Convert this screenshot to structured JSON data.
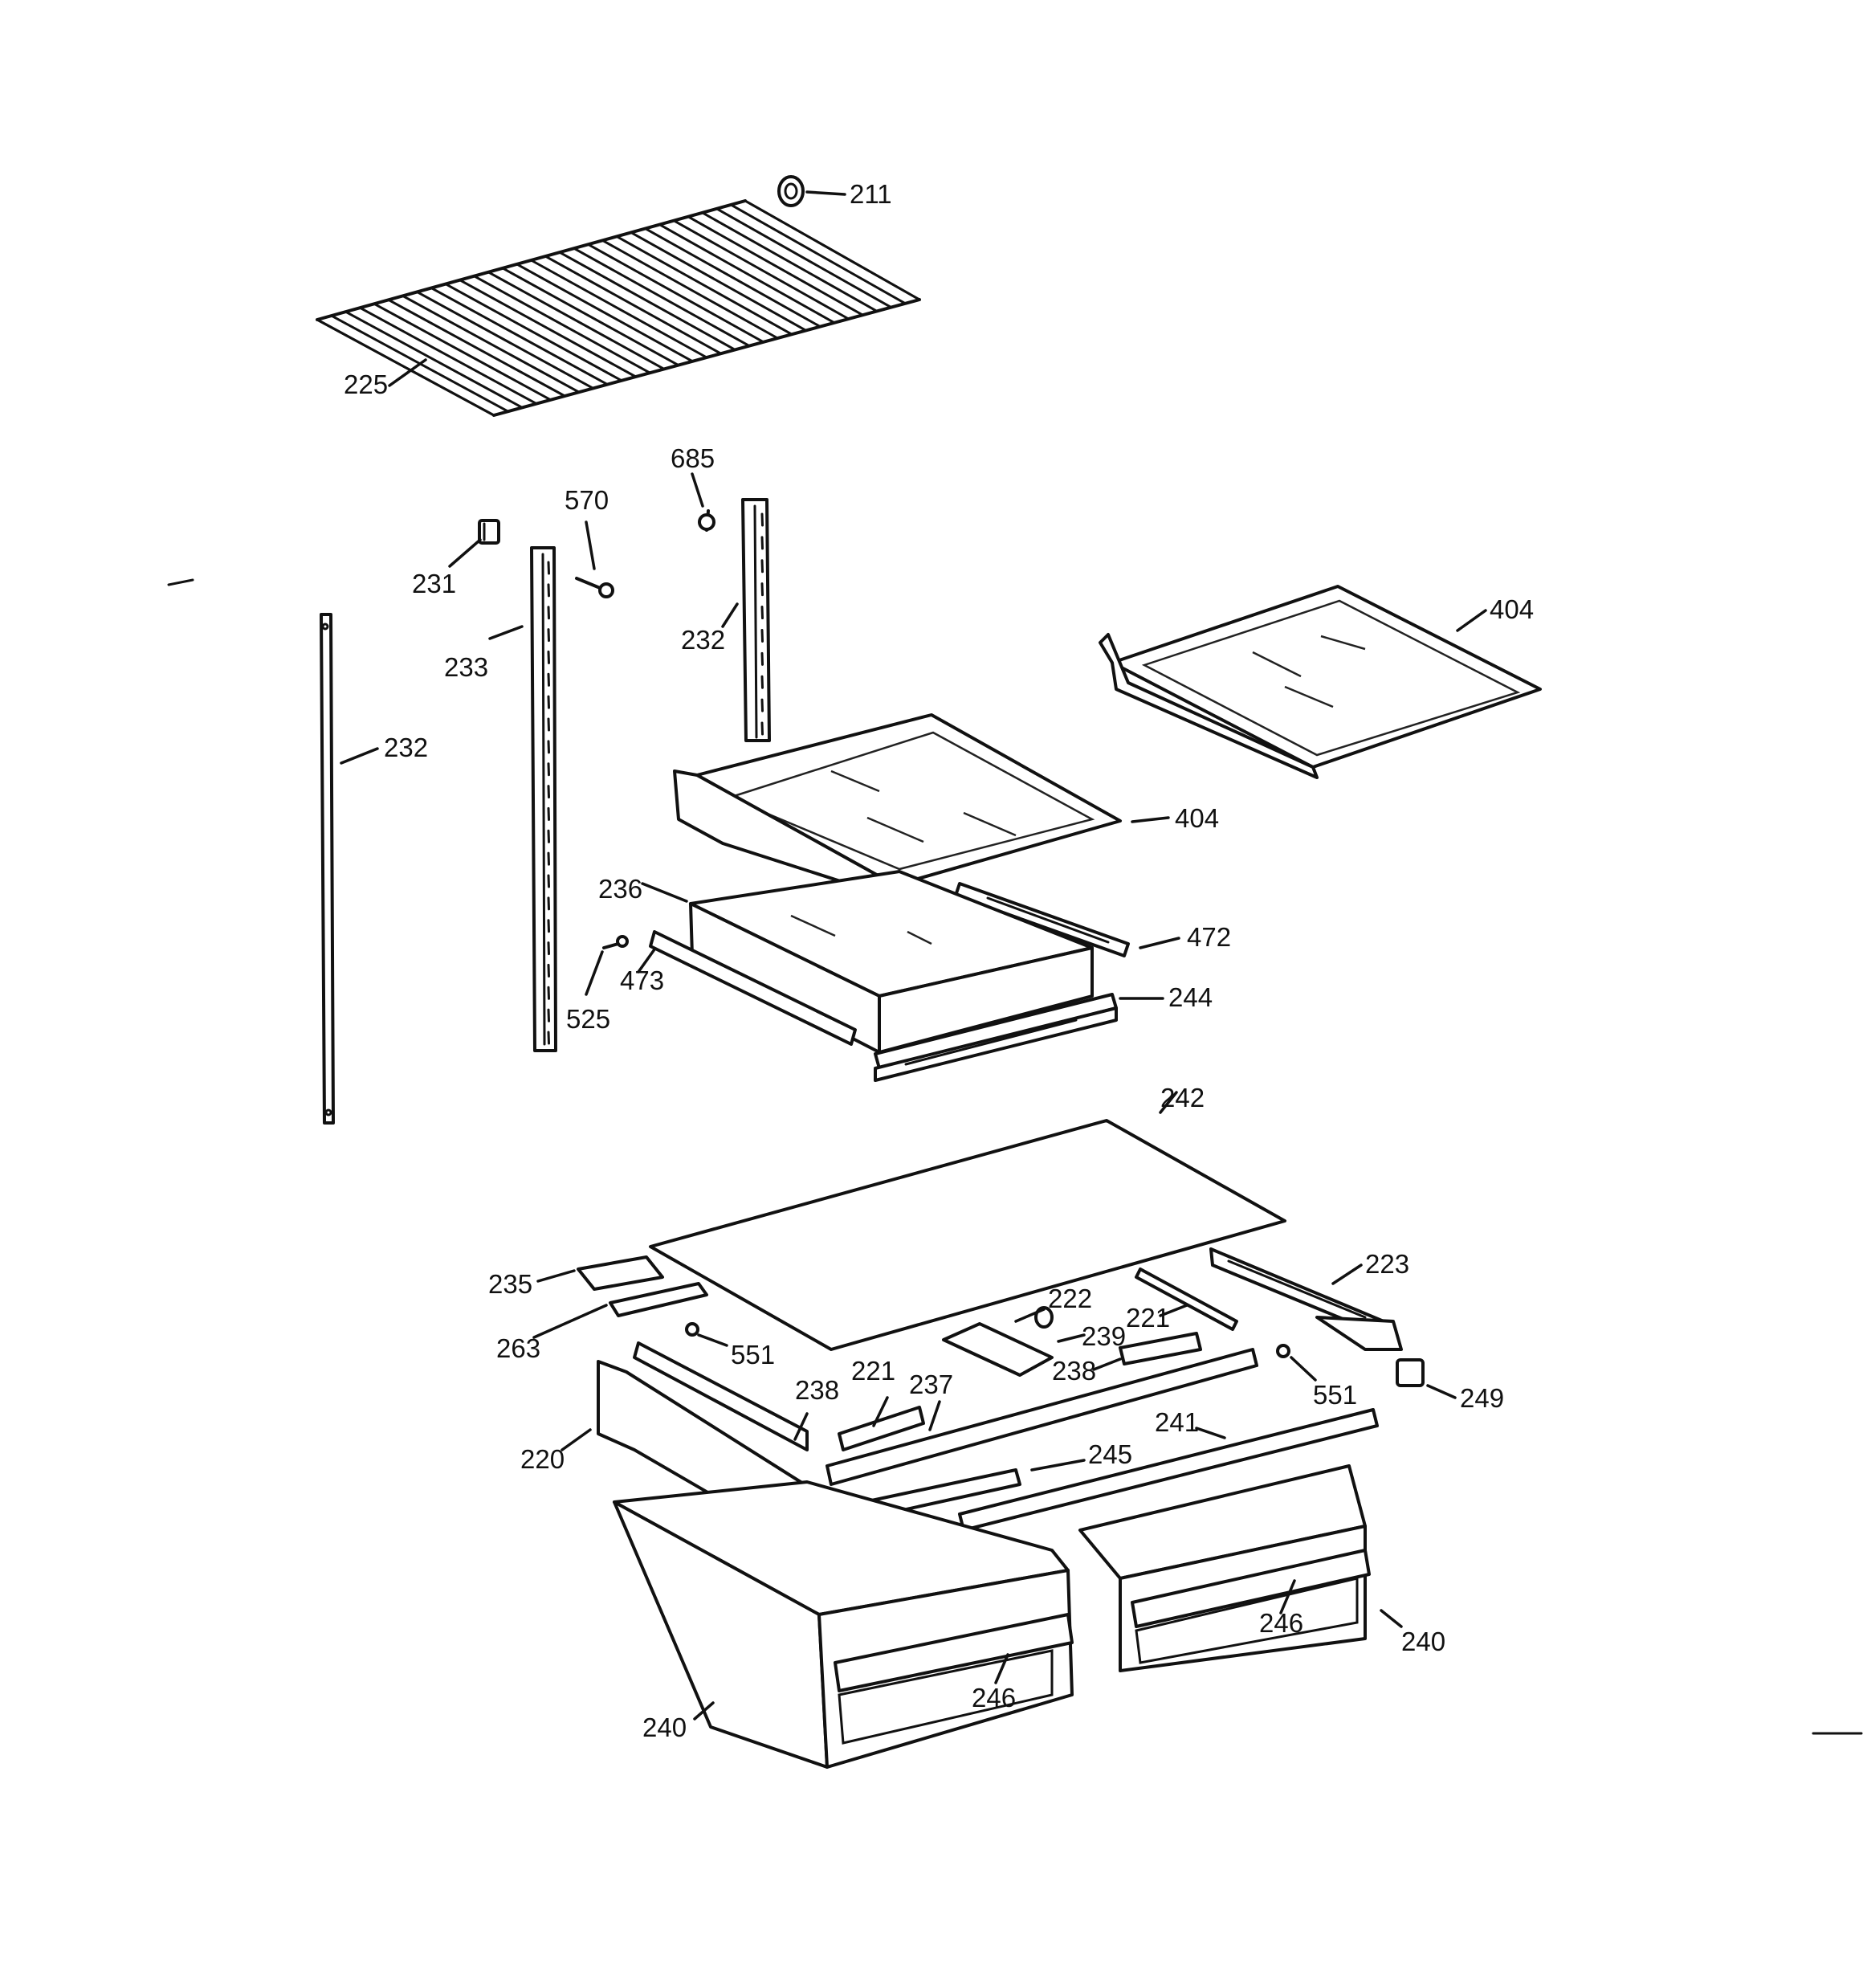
{
  "labels": [
    {
      "id": "211",
      "text": "211"
    },
    {
      "id": "225",
      "text": "225"
    },
    {
      "id": "685",
      "text": "685"
    },
    {
      "id": "570",
      "text": "570"
    },
    {
      "id": "231",
      "text": "231"
    },
    {
      "id": "232a",
      "text": "232"
    },
    {
      "id": "233",
      "text": "233"
    },
    {
      "id": "232b",
      "text": "232"
    },
    {
      "id": "404a",
      "text": "404"
    },
    {
      "id": "404b",
      "text": "404"
    },
    {
      "id": "236",
      "text": "236"
    },
    {
      "id": "472",
      "text": "472"
    },
    {
      "id": "473",
      "text": "473"
    },
    {
      "id": "244",
      "text": "244"
    },
    {
      "id": "525",
      "text": "525"
    },
    {
      "id": "242",
      "text": "242"
    },
    {
      "id": "235",
      "text": "235"
    },
    {
      "id": "223",
      "text": "223"
    },
    {
      "id": "222",
      "text": "222"
    },
    {
      "id": "263",
      "text": "263"
    },
    {
      "id": "221a",
      "text": "221"
    },
    {
      "id": "239",
      "text": "239"
    },
    {
      "id": "551a",
      "text": "551"
    },
    {
      "id": "238a",
      "text": "238"
    },
    {
      "id": "238b",
      "text": "238"
    },
    {
      "id": "221b",
      "text": "221"
    },
    {
      "id": "237",
      "text": "237"
    },
    {
      "id": "551b",
      "text": "551"
    },
    {
      "id": "249",
      "text": "249"
    },
    {
      "id": "241",
      "text": "241"
    },
    {
      "id": "220",
      "text": "220"
    },
    {
      "id": "245",
      "text": "245"
    },
    {
      "id": "246a",
      "text": "246"
    },
    {
      "id": "240a",
      "text": "240"
    },
    {
      "id": "246b",
      "text": "246"
    },
    {
      "id": "240b",
      "text": "240"
    }
  ]
}
